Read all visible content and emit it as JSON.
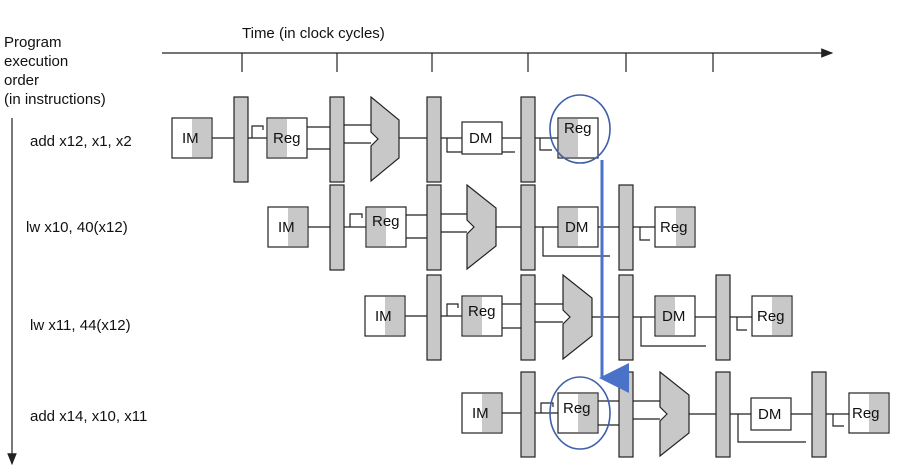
{
  "time_axis_label": "Time (in clock cycles)",
  "program_order_label": [
    "Program",
    "execution",
    "order",
    "(in instructions)"
  ],
  "instructions": [
    "add x12, x1, x2",
    "lw x10, 40(x12)",
    "lw x11, 44(x12)",
    "add x14, x10, x11"
  ],
  "stages": {
    "instruction_memory": "IM",
    "register_file": "Reg",
    "data_memory": "DM"
  },
  "colors": {
    "stage_fill": "#c8c8c8",
    "forwarding_arrow": "#4a72c8",
    "highlight_ellipse": "#3f5fa8"
  }
}
